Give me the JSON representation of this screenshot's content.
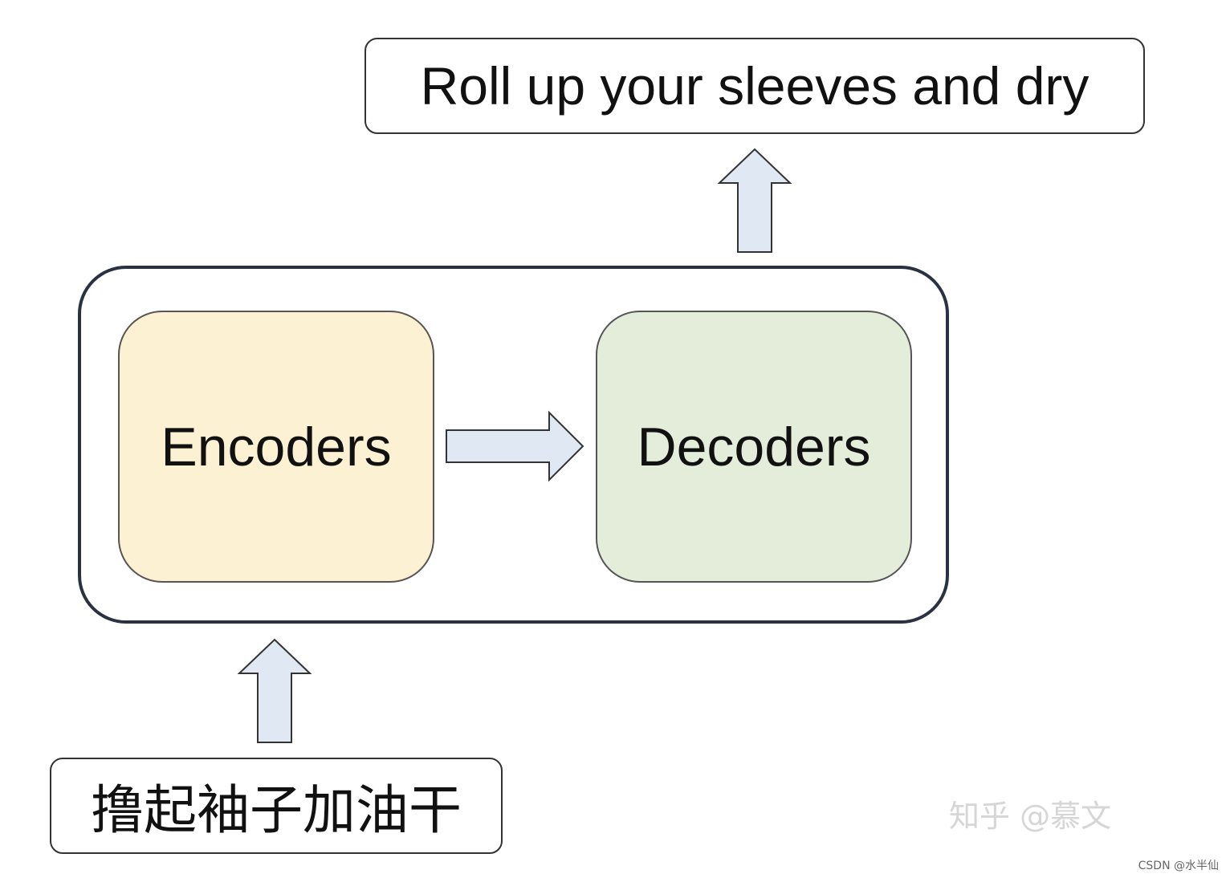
{
  "diagram": {
    "output_text": "Roll up your sleeves and dry",
    "encoder_label": "Encoders",
    "decoder_label": "Decoders",
    "input_text": "撸起袖子加油干"
  },
  "watermark": {
    "text": "知乎 @慕文"
  },
  "credit": {
    "text": "CSDN @水半仙"
  },
  "colors": {
    "encoder_fill": "#fdf1d3",
    "decoder_fill": "#e4ecda",
    "arrow_fill": "#dfe8f3",
    "arrow_stroke": "#333333",
    "container_border": "#2a3142"
  }
}
